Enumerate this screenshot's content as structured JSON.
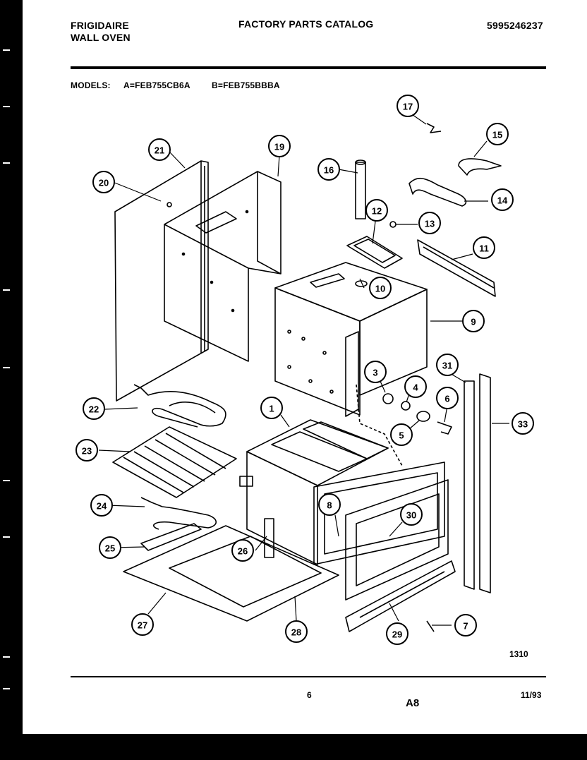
{
  "header": {
    "brand": "FRIGIDAIRE",
    "product": "WALL OVEN",
    "catalog_title": "FACTORY PARTS CATALOG",
    "catalog_number": "5995246237",
    "models_label": "MODELS:",
    "model_a": "A=FEB755CB6A",
    "model_b": "B=FEB755BBBA"
  },
  "callouts": [
    "1",
    "3",
    "4",
    "5",
    "6",
    "7",
    "8",
    "9",
    "10",
    "11",
    "12",
    "13",
    "14",
    "15",
    "16",
    "17",
    "19",
    "20",
    "21",
    "22",
    "23",
    "24",
    "25",
    "26",
    "27",
    "28",
    "29",
    "30",
    "31",
    "33"
  ],
  "footer": {
    "figure_code": "1310",
    "page_number": "6",
    "section_code": "A8",
    "date": "11/93"
  }
}
